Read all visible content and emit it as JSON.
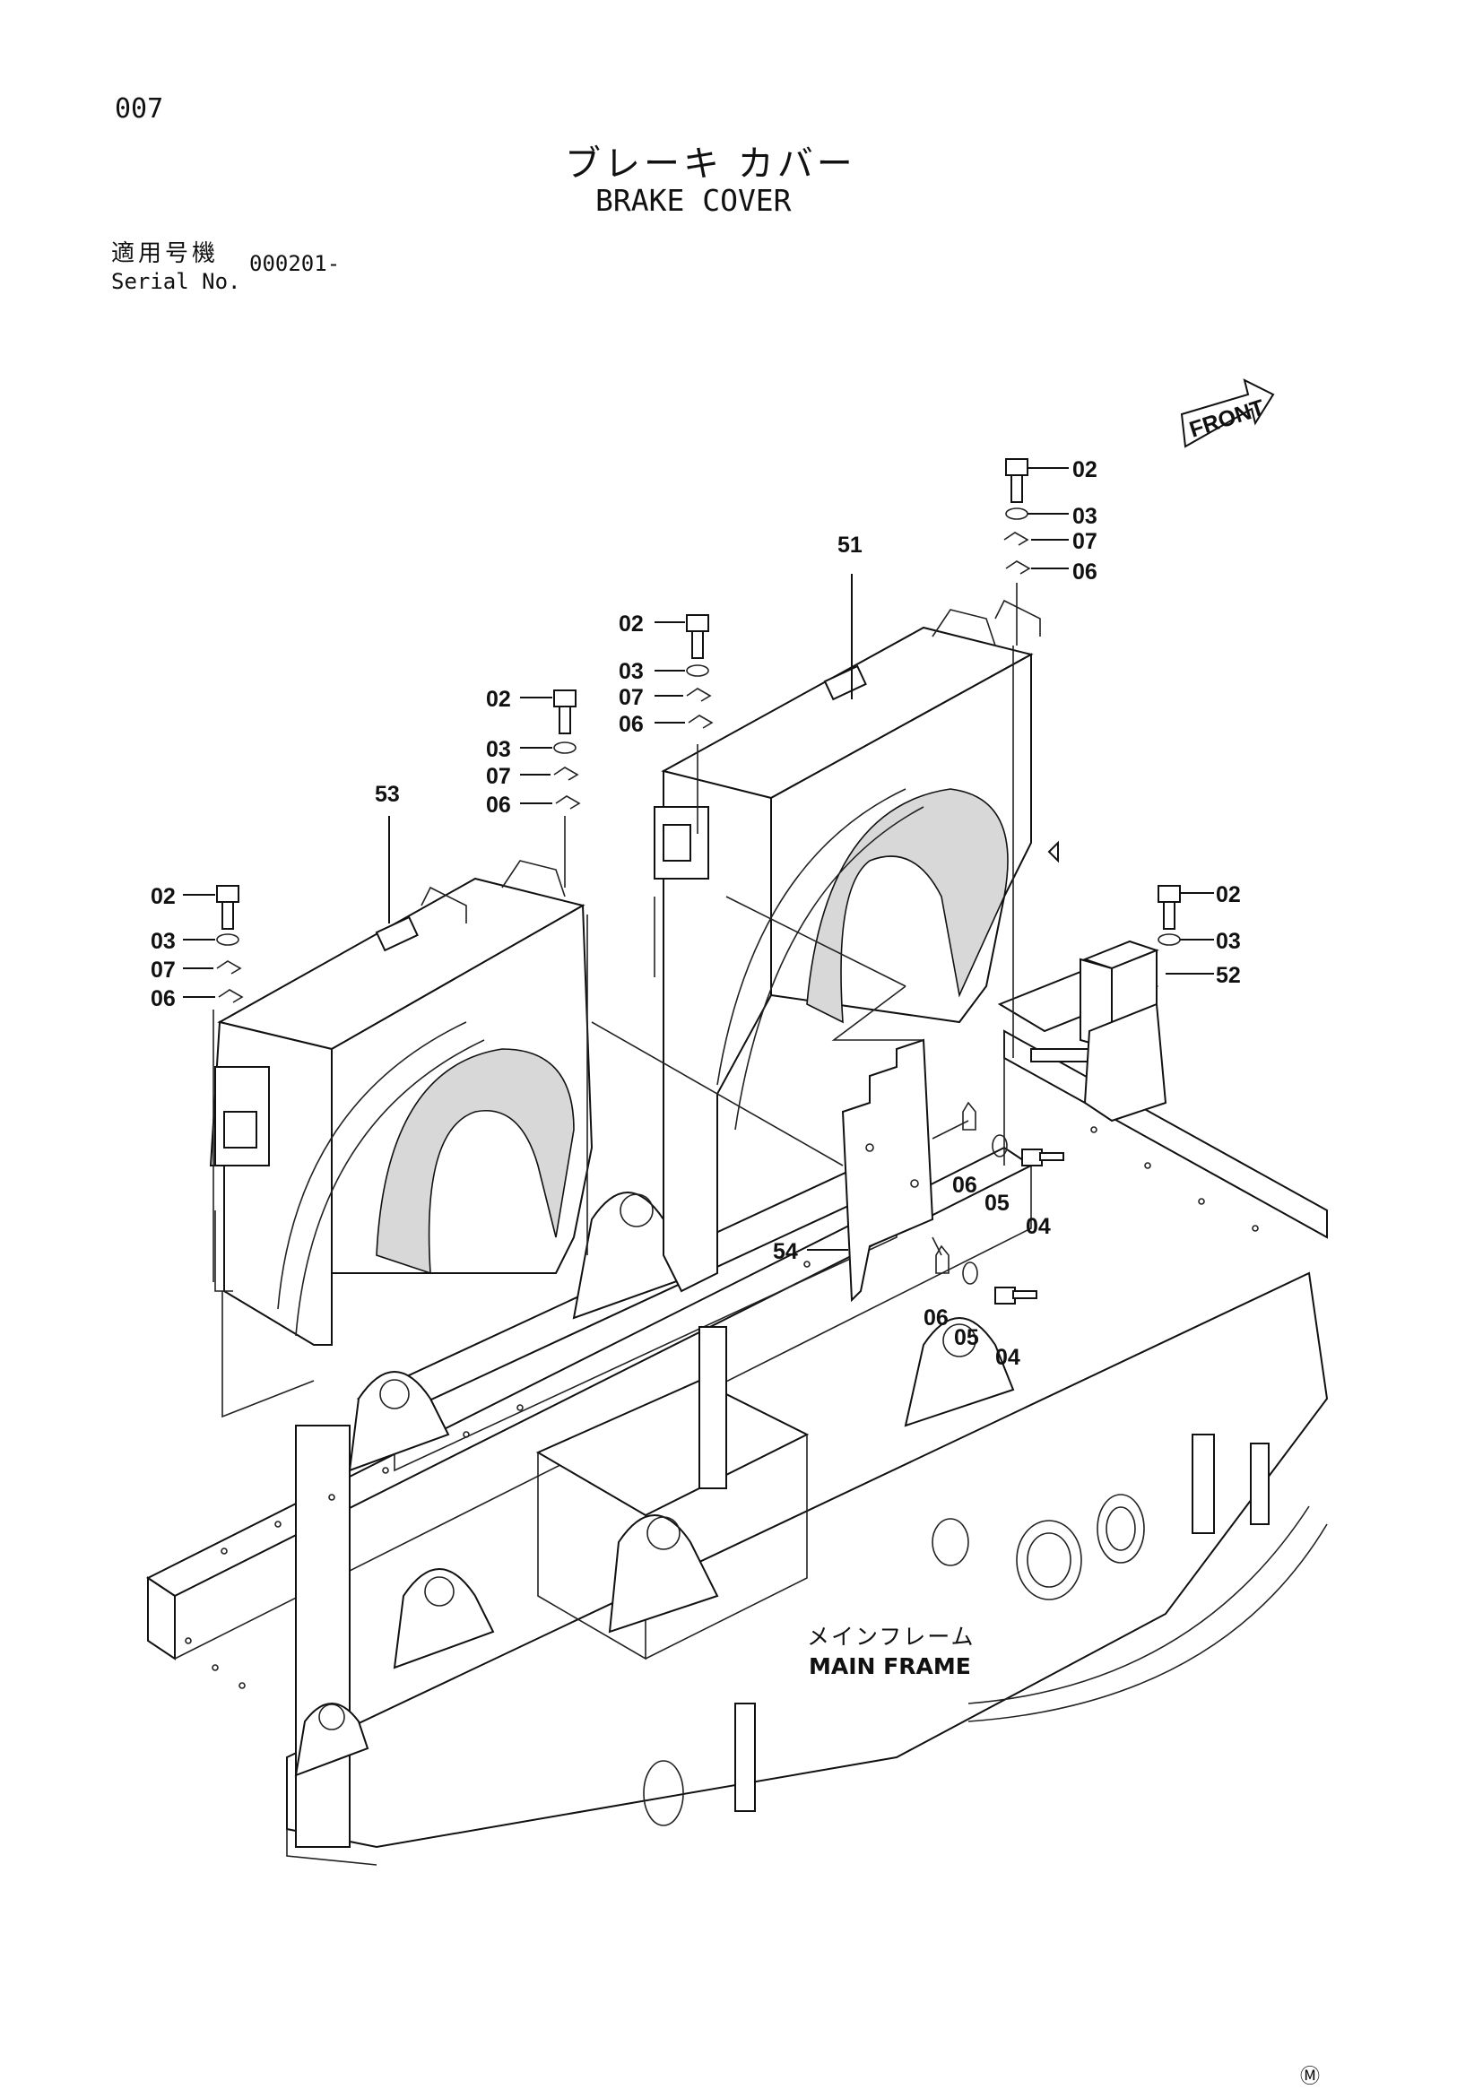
{
  "page_number": "007",
  "title_jp": "ブレーキ カバー",
  "title_en": "BRAKE COVER",
  "serial": {
    "label_jp": "適用号機",
    "label_en": "Serial No.",
    "value": "000201-"
  },
  "front_indicator": "FRONT",
  "main_frame": {
    "label_jp": "メインフレーム",
    "label_en": "MAIN FRAME"
  },
  "callouts": [
    {
      "id": "c1",
      "text": "02"
    },
    {
      "id": "c2",
      "text": "03"
    },
    {
      "id": "c3",
      "text": "07"
    },
    {
      "id": "c4",
      "text": "06"
    },
    {
      "id": "c5",
      "text": "51"
    },
    {
      "id": "c6",
      "text": "02"
    },
    {
      "id": "c7",
      "text": "03"
    },
    {
      "id": "c8",
      "text": "07"
    },
    {
      "id": "c9",
      "text": "06"
    },
    {
      "id": "c10",
      "text": "02"
    },
    {
      "id": "c11",
      "text": "03"
    },
    {
      "id": "c12",
      "text": "07"
    },
    {
      "id": "c13",
      "text": "06"
    },
    {
      "id": "c14",
      "text": "53"
    },
    {
      "id": "c15",
      "text": "02"
    },
    {
      "id": "c16",
      "text": "03"
    },
    {
      "id": "c17",
      "text": "07"
    },
    {
      "id": "c18",
      "text": "06"
    },
    {
      "id": "c19",
      "text": "02"
    },
    {
      "id": "c20",
      "text": "03"
    },
    {
      "id": "c21",
      "text": "52"
    },
    {
      "id": "c22",
      "text": "06"
    },
    {
      "id": "c23",
      "text": "05"
    },
    {
      "id": "c24",
      "text": "04"
    },
    {
      "id": "c25",
      "text": "54"
    },
    {
      "id": "c26",
      "text": "06"
    },
    {
      "id": "c27",
      "text": "05"
    },
    {
      "id": "c28",
      "text": "04"
    }
  ],
  "corner_mark": "Ⓜ"
}
